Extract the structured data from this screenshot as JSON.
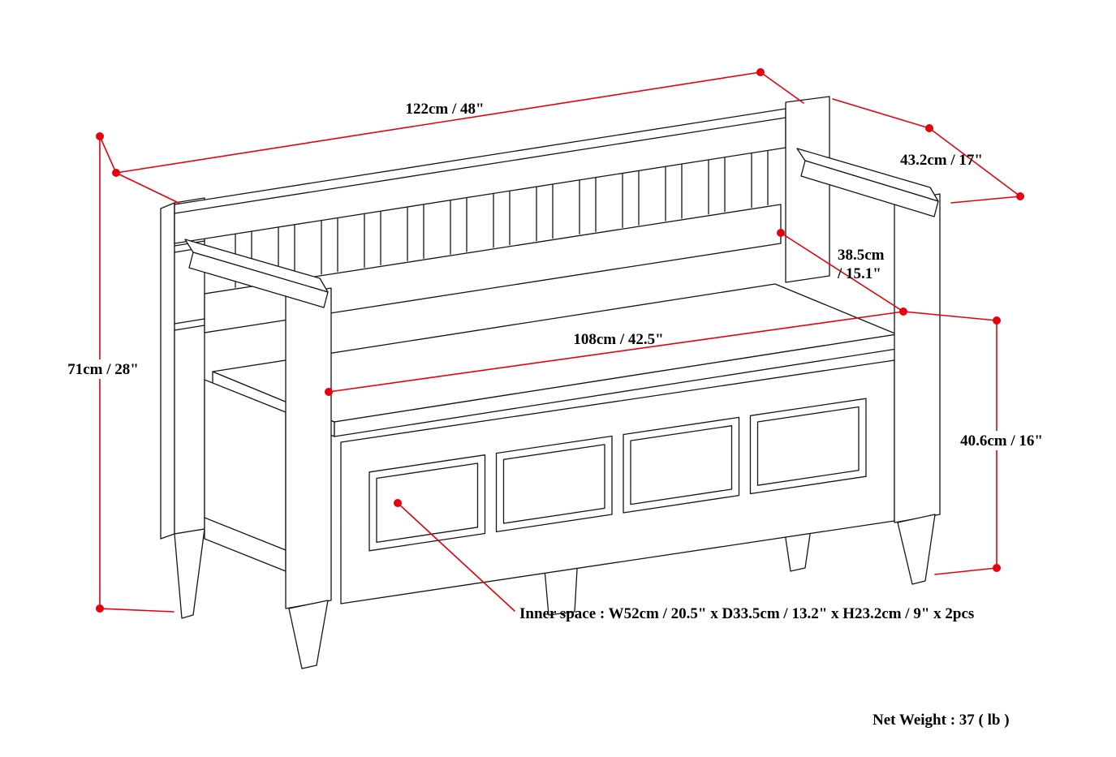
{
  "diagram": {
    "title": "storage-bench-dimension-diagram",
    "labels": {
      "overall_width": "122cm / 48\"",
      "overall_depth": "43.2cm / 17\"",
      "seat_depth_line1": "38.5cm",
      "seat_depth_line2": "/ 15.1\"",
      "seat_width": "108cm / 42.5\"",
      "overall_height": "71cm / 28\"",
      "storage_height": "40.6cm / 16\"",
      "inner_space": "Inner space : W52cm / 20.5\" x D33.5cm / 13.2\" x H23.2cm / 9\" x 2pcs",
      "net_weight": "Net Weight : 37 ( lb )"
    },
    "colors": {
      "dimension_line": "#e8000d",
      "drawing_line": "#151515",
      "text": "#000000",
      "background": "#ffffff"
    }
  }
}
